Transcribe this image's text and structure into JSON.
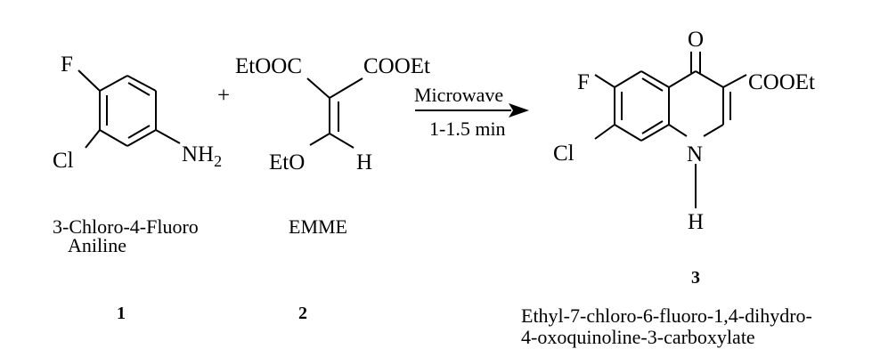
{
  "reactant1": {
    "atoms": {
      "f": "F",
      "cl": "Cl",
      "nh": "NH",
      "sub2": "2"
    },
    "name_line1": "3-Chloro-4-Fluoro",
    "name_line2": "Aniline",
    "number": "1"
  },
  "plus": "+",
  "reactant2": {
    "atoms": {
      "etooc": "EtOOC",
      "cooet": "COOEt",
      "eto": "EtO",
      "h": "H"
    },
    "name": "EMME",
    "number": "2"
  },
  "conditions": {
    "line1": "Microwave",
    "line2": "1-1.5 min"
  },
  "product": {
    "atoms": {
      "o": "O",
      "f": "F",
      "cl": "Cl",
      "cooet": "COOEt",
      "n": "N",
      "h": "H"
    },
    "number": "3",
    "name_line1": "Ethyl-7-chloro-6-fluoro-1,4-dihydro-",
    "name_line2": "4-oxoquinoline-3-carboxylate"
  }
}
